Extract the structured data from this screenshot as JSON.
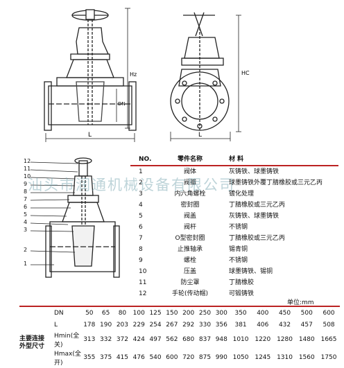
{
  "parts_table": {
    "headers": [
      "NO.",
      "零件名称",
      "材  料"
    ],
    "rows": [
      {
        "no": "1",
        "name": "阀体",
        "material": "灰铸铁、球墨铸铁"
      },
      {
        "no": "2",
        "name": "阀瓣",
        "material": "球墨铸铁外覆丁腈橡胶或三元乙丙"
      },
      {
        "no": "3",
        "name": "内六角螺栓",
        "material": "镀化处理"
      },
      {
        "no": "4",
        "name": "密封圈",
        "material": "丁腈橡胶或三元乙丙"
      },
      {
        "no": "5",
        "name": "阀盖",
        "material": "灰铸铁、球墨铸铁"
      },
      {
        "no": "6",
        "name": "阀杆",
        "material": "不锈钢"
      },
      {
        "no": "7",
        "name": "O型密封圈",
        "material": "丁腈橡胶或三元乙丙"
      },
      {
        "no": "8",
        "name": "止推轴承",
        "material": "锡青铜"
      },
      {
        "no": "9",
        "name": "螺栓",
        "material": "不锈钢"
      },
      {
        "no": "10",
        "name": "压盖",
        "material": "球墨铸铁、锡铜"
      },
      {
        "no": "11",
        "name": "防尘罩",
        "material": "丁腈橡胶"
      },
      {
        "no": "12",
        "name": "手轮(传动帽)",
        "material": "可锻铸铁"
      }
    ]
  },
  "unit_label": "单位:mm",
  "dimension_table": {
    "group_label_line1": "主要连接",
    "group_label_line2": "外型尺寸",
    "dn_label": "DN",
    "dn": [
      "50",
      "65",
      "80",
      "100",
      "125",
      "150",
      "200",
      "250",
      "300",
      "350",
      "400",
      "450",
      "500",
      "600"
    ],
    "rows": [
      {
        "label": "L",
        "values": [
          "178",
          "190",
          "203",
          "229",
          "254",
          "267",
          "292",
          "330",
          "356",
          "381",
          "406",
          "432",
          "457",
          "508"
        ]
      },
      {
        "label": "Hmin(全关)",
        "values": [
          "313",
          "332",
          "372",
          "424",
          "497",
          "562",
          "680",
          "837",
          "948",
          "1010",
          "1220",
          "1280",
          "1480",
          "1665"
        ]
      },
      {
        "label": "Hmax(全开)",
        "values": [
          "355",
          "375",
          "415",
          "476",
          "540",
          "600",
          "720",
          "875",
          "990",
          "1050",
          "1245",
          "1310",
          "1560",
          "1750"
        ]
      }
    ]
  },
  "drawing_labels": {
    "front_L": "L",
    "front_H": "Hz",
    "front_DN": "DN",
    "side_L": "L",
    "side_H": "HC",
    "callouts": [
      "12",
      "11",
      "10",
      "9",
      "8",
      "7",
      "6",
      "5",
      "4",
      "3",
      "2",
      "1"
    ]
  },
  "watermark": "汕头市润通机械设备有限公司"
}
